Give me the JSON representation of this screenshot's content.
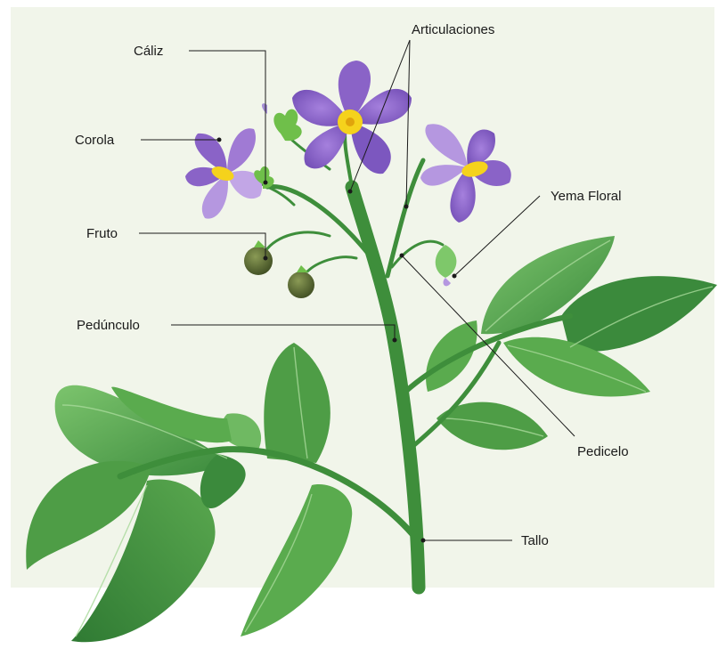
{
  "diagram": {
    "labels": {
      "caliz": "Cáliz",
      "corola": "Corola",
      "fruto": "Fruto",
      "pedunculo": "Pedúnculo",
      "articulaciones": "Articulaciones",
      "yema_floral": "Yema Floral",
      "pedicelo": "Pedicelo",
      "tallo": "Tallo"
    },
    "colors": {
      "background_panel": "#f1f5ea",
      "stem": "#3e8e3b",
      "leaf_dark": "#3f8f3f",
      "leaf_light": "#79c06a",
      "leaf_vein": "#a8d99a",
      "petal_dark": "#8a63c7",
      "petal_light": "#c2a6e6",
      "flower_center": "#f5d21c",
      "fruit": "#5b6e34",
      "label_text": "#1a1a1a"
    }
  }
}
